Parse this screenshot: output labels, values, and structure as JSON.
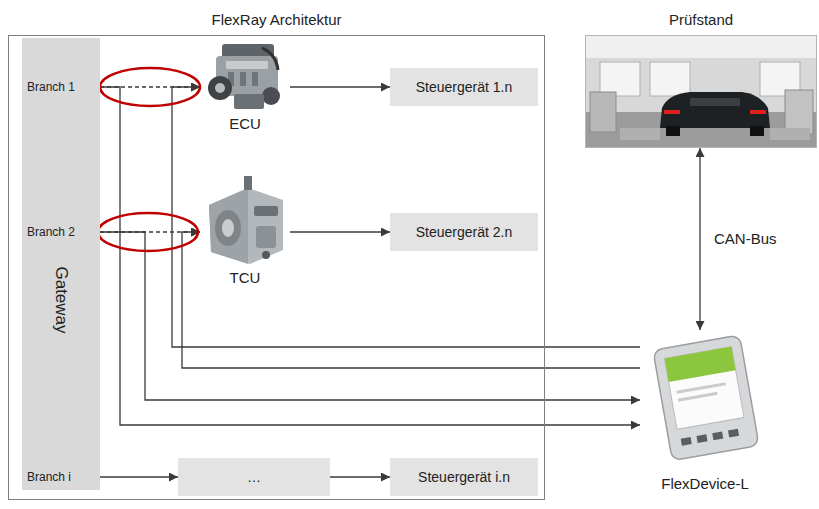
{
  "diagram": {
    "nodes": [
      {
        "text": [
          "FlexRay Architektur"
        ]
      },
      {
        "text": [
          "Branch 1",
          "Branch 2",
          "Gateway",
          "Branch i"
        ],
        "in": 0
      },
      {
        "text": [
          "ECU"
        ],
        "in": 0
      },
      {
        "text": [
          "Steuergerät 1.n"
        ],
        "in": 0
      },
      {
        "text": [
          "TCU"
        ],
        "in": 0
      },
      {
        "text": [
          "Steuergerät 2.n"
        ],
        "in": 0
      },
      {
        "text": [
          "…"
        ],
        "in": 0
      },
      {
        "text": [
          "Steuergerät i.n"
        ],
        "in": 0
      },
      {
        "text": [
          "Prüfstand"
        ]
      },
      {
        "text": [
          "FlexDevice-L"
        ]
      }
    ],
    "edges": [
      {
        "from": 1,
        "to": 2,
        "arrow": "to"
      },
      {
        "from": 2,
        "to": 3,
        "arrow": "to"
      },
      {
        "from": 1,
        "to": 4,
        "arrow": "to"
      },
      {
        "from": 4,
        "to": 5,
        "arrow": "to"
      },
      {
        "from": 1,
        "to": 9,
        "arrow": "to"
      },
      {
        "from": 1,
        "to": 9,
        "arrow": "to"
      },
      {
        "from": 9,
        "to": 2,
        "arrow": "to"
      },
      {
        "from": 9,
        "to": 4,
        "arrow": "to"
      },
      {
        "from": 1,
        "to": 6,
        "arrow": "to"
      },
      {
        "from": 6,
        "to": 7,
        "arrow": "to"
      },
      {
        "from": 8,
        "to": 9,
        "label": "CAN-Bus",
        "arrow": "both"
      }
    ]
  }
}
